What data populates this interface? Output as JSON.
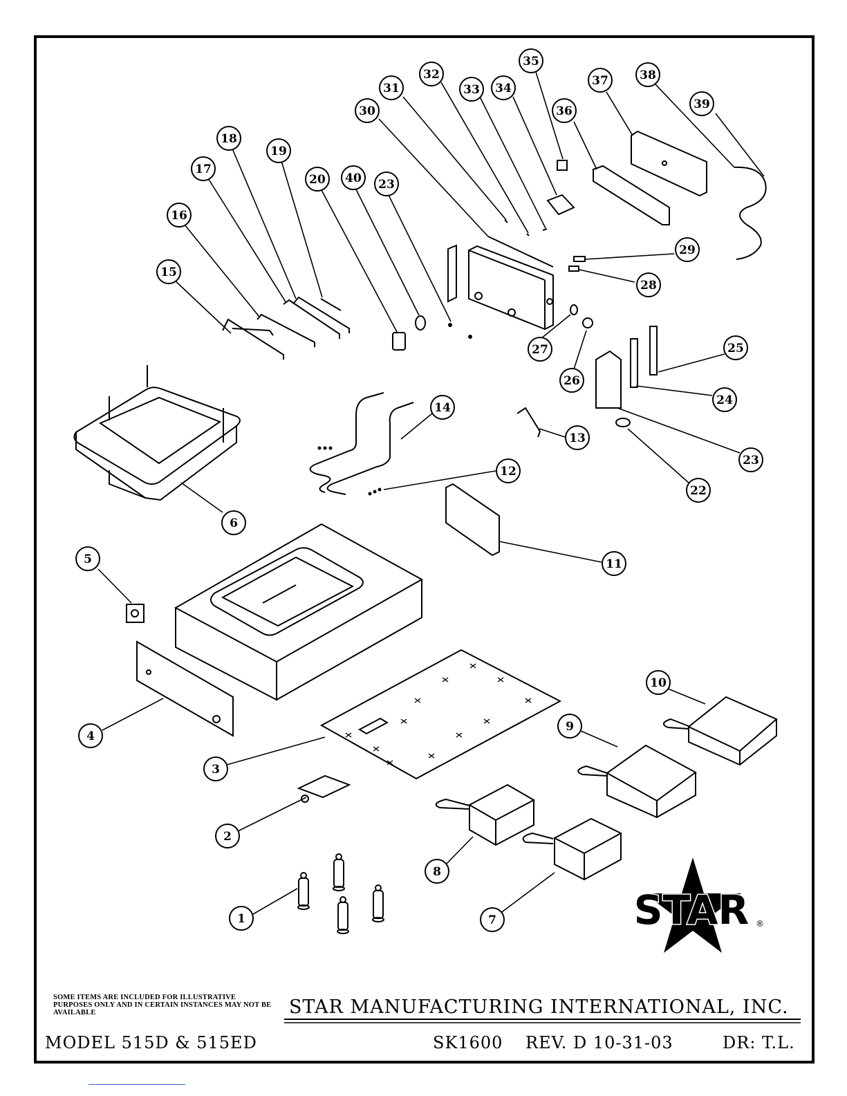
{
  "callouts": [
    "1",
    "2",
    "3",
    "4",
    "5",
    "6",
    "7",
    "8",
    "9",
    "10",
    "11",
    "12",
    "13",
    "14",
    "15",
    "16",
    "17",
    "18",
    "19",
    "20",
    "22",
    "23",
    "23",
    "24",
    "25",
    "26",
    "27",
    "28",
    "29",
    "30",
    "31",
    "32",
    "33",
    "34",
    "35",
    "36",
    "37",
    "38",
    "39",
    "40"
  ],
  "footer": {
    "note": "SOME ITEMS ARE INCLUDED FOR ILLUSTRATIVE PURPOSES ONLY AND IN CERTAIN INSTANCES MAY NOT BE AVAILABLE",
    "company": "STAR MANUFACTURING INTERNATIONAL, INC.",
    "model": "MODEL 515D & 515ED",
    "drawing_number": "SK1600",
    "revision": "REV. D 10-31-03",
    "drafter": "DR: T.L."
  },
  "logo": {
    "text": "STAR",
    "mark": "®"
  }
}
